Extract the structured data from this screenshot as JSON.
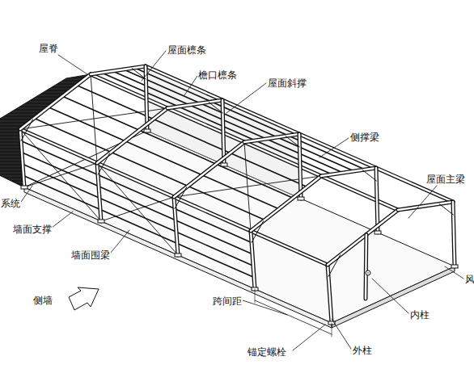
{
  "diagram": {
    "labels": [
      "屋脊",
      "屋面檩条",
      "檐口檩条",
      "屋面斜撑",
      "侧撑梁",
      "屋面主梁",
      "系统",
      "墙面支撑",
      "墙面围梁",
      "侧墙",
      "跨间距",
      "内柱",
      "外柱",
      "锚定螺栓",
      "风"
    ]
  }
}
